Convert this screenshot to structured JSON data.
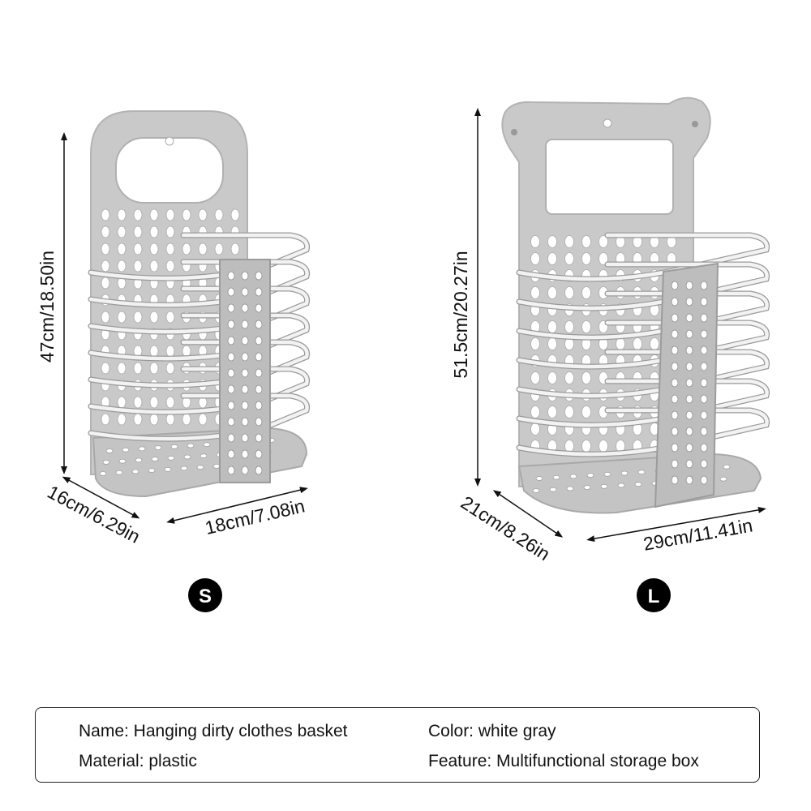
{
  "small": {
    "badge": "S",
    "height_label": "47cm/18.50in",
    "depth_label": "16cm/6.29in",
    "width_label": "18cm/7.08in"
  },
  "large": {
    "badge": "L",
    "height_label": "51.5cm/20.27in",
    "depth_label": "21cm/8.26in",
    "width_label": "29cm/11.41in"
  },
  "specs": {
    "name": "Name: Hanging dirty clothes basket",
    "material": "Material: plastic",
    "color": "Color: white gray",
    "feature": "Feature: Multifunctional storage box"
  },
  "colors": {
    "plastic": "#c9c9c9",
    "plastic_dark": "#a9a9a9",
    "wire": "#f2f2f2",
    "wire_edge": "#9a9a9a",
    "badge": "#000000"
  }
}
